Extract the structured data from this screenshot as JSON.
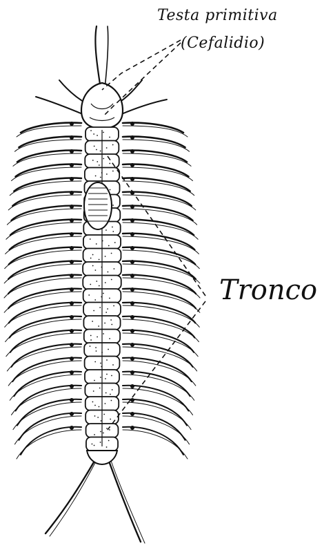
{
  "labels": {
    "head_line1": "Testa primitiva",
    "head_line2": "(Cefalidio)",
    "trunk": "Tronco"
  },
  "colors": {
    "ink": "#111111",
    "background": "#ffffff"
  }
}
